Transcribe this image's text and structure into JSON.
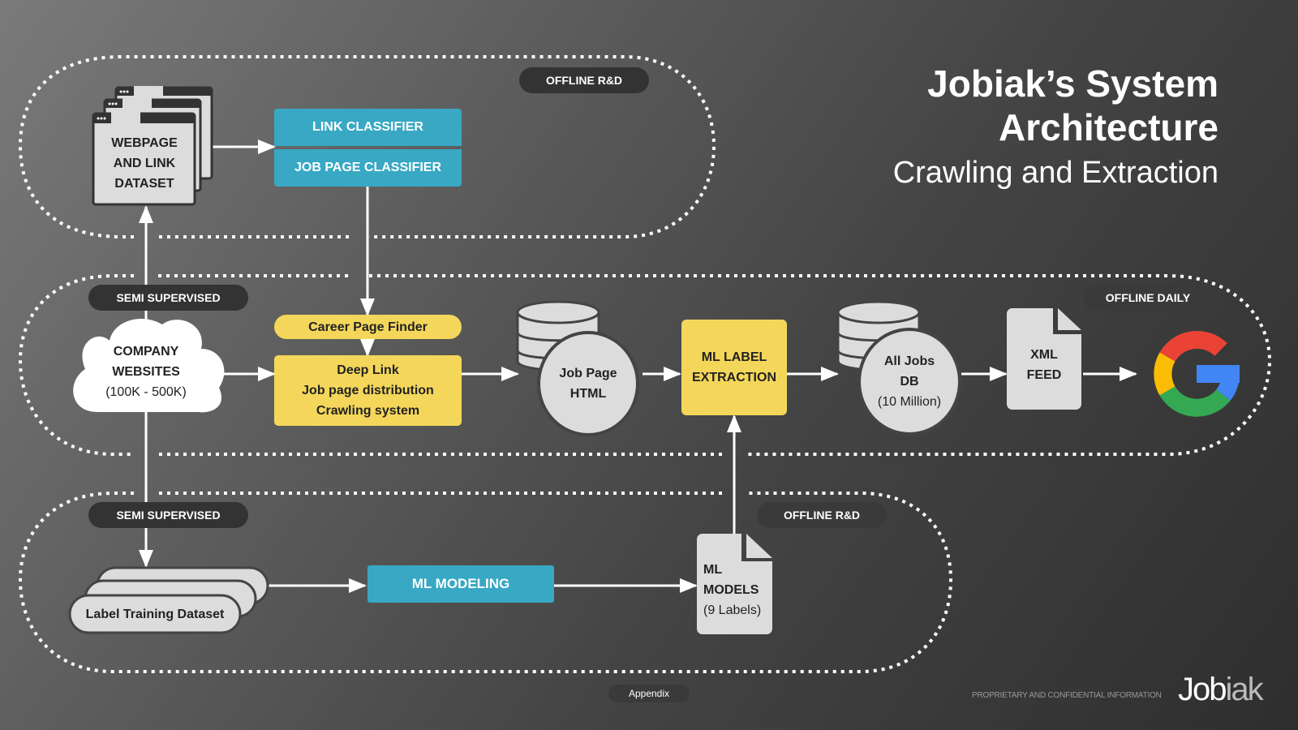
{
  "title": {
    "line1": "Jobiak’s System",
    "line2": "Architecture",
    "subtitle": "Crawling and Extraction"
  },
  "zones": {
    "top": "OFFLINE R&D",
    "middle": "OFFLINE DAILY",
    "bottom": "OFFLINE R&D"
  },
  "tags": {
    "semi_supervised_top": "SEMI SUPERVISED",
    "semi_supervised_bottom": "SEMI SUPERVISED"
  },
  "nodes": {
    "webpage_dataset": [
      "WEBPAGE",
      "AND LINK",
      "DATASET"
    ],
    "link_classifier": "LINK CLASSIFIER",
    "job_page_classifier": "JOB PAGE CLASSIFIER",
    "company_websites": [
      "COMPANY",
      "WEBSITES",
      "(100K - 500K)"
    ],
    "career_page_finder": "Career Page Finder",
    "crawling": [
      "Deep Link",
      "Job page distribution",
      "Crawling system"
    ],
    "job_page_html": [
      "Job Page",
      "HTML"
    ],
    "ml_label_extraction": [
      "ML LABEL",
      "EXTRACTION"
    ],
    "all_jobs_db": [
      "All Jobs",
      "DB",
      "(10 Million)"
    ],
    "xml_feed": [
      "XML",
      "FEED"
    ],
    "google": "Google",
    "label_training_dataset": "Label Training Dataset",
    "ml_modeling": "ML MODELING",
    "ml_models": [
      "ML",
      "MODELS",
      "(9 Labels)"
    ]
  },
  "footer": {
    "appendix": "Appendix",
    "confidential": "PROPRIETARY AND CONFIDENTIAL INFORMATION",
    "logo_dark": "Job",
    "logo_light": "iak"
  },
  "colors": {
    "teal": "#38a8c4",
    "yellow": "#f4d75a",
    "node_gray": "#dcdcdc",
    "pill": "#333333",
    "google_red": "#ea4335",
    "google_yellow": "#fbbc05",
    "google_green": "#34a853",
    "google_blue": "#4285f4"
  }
}
